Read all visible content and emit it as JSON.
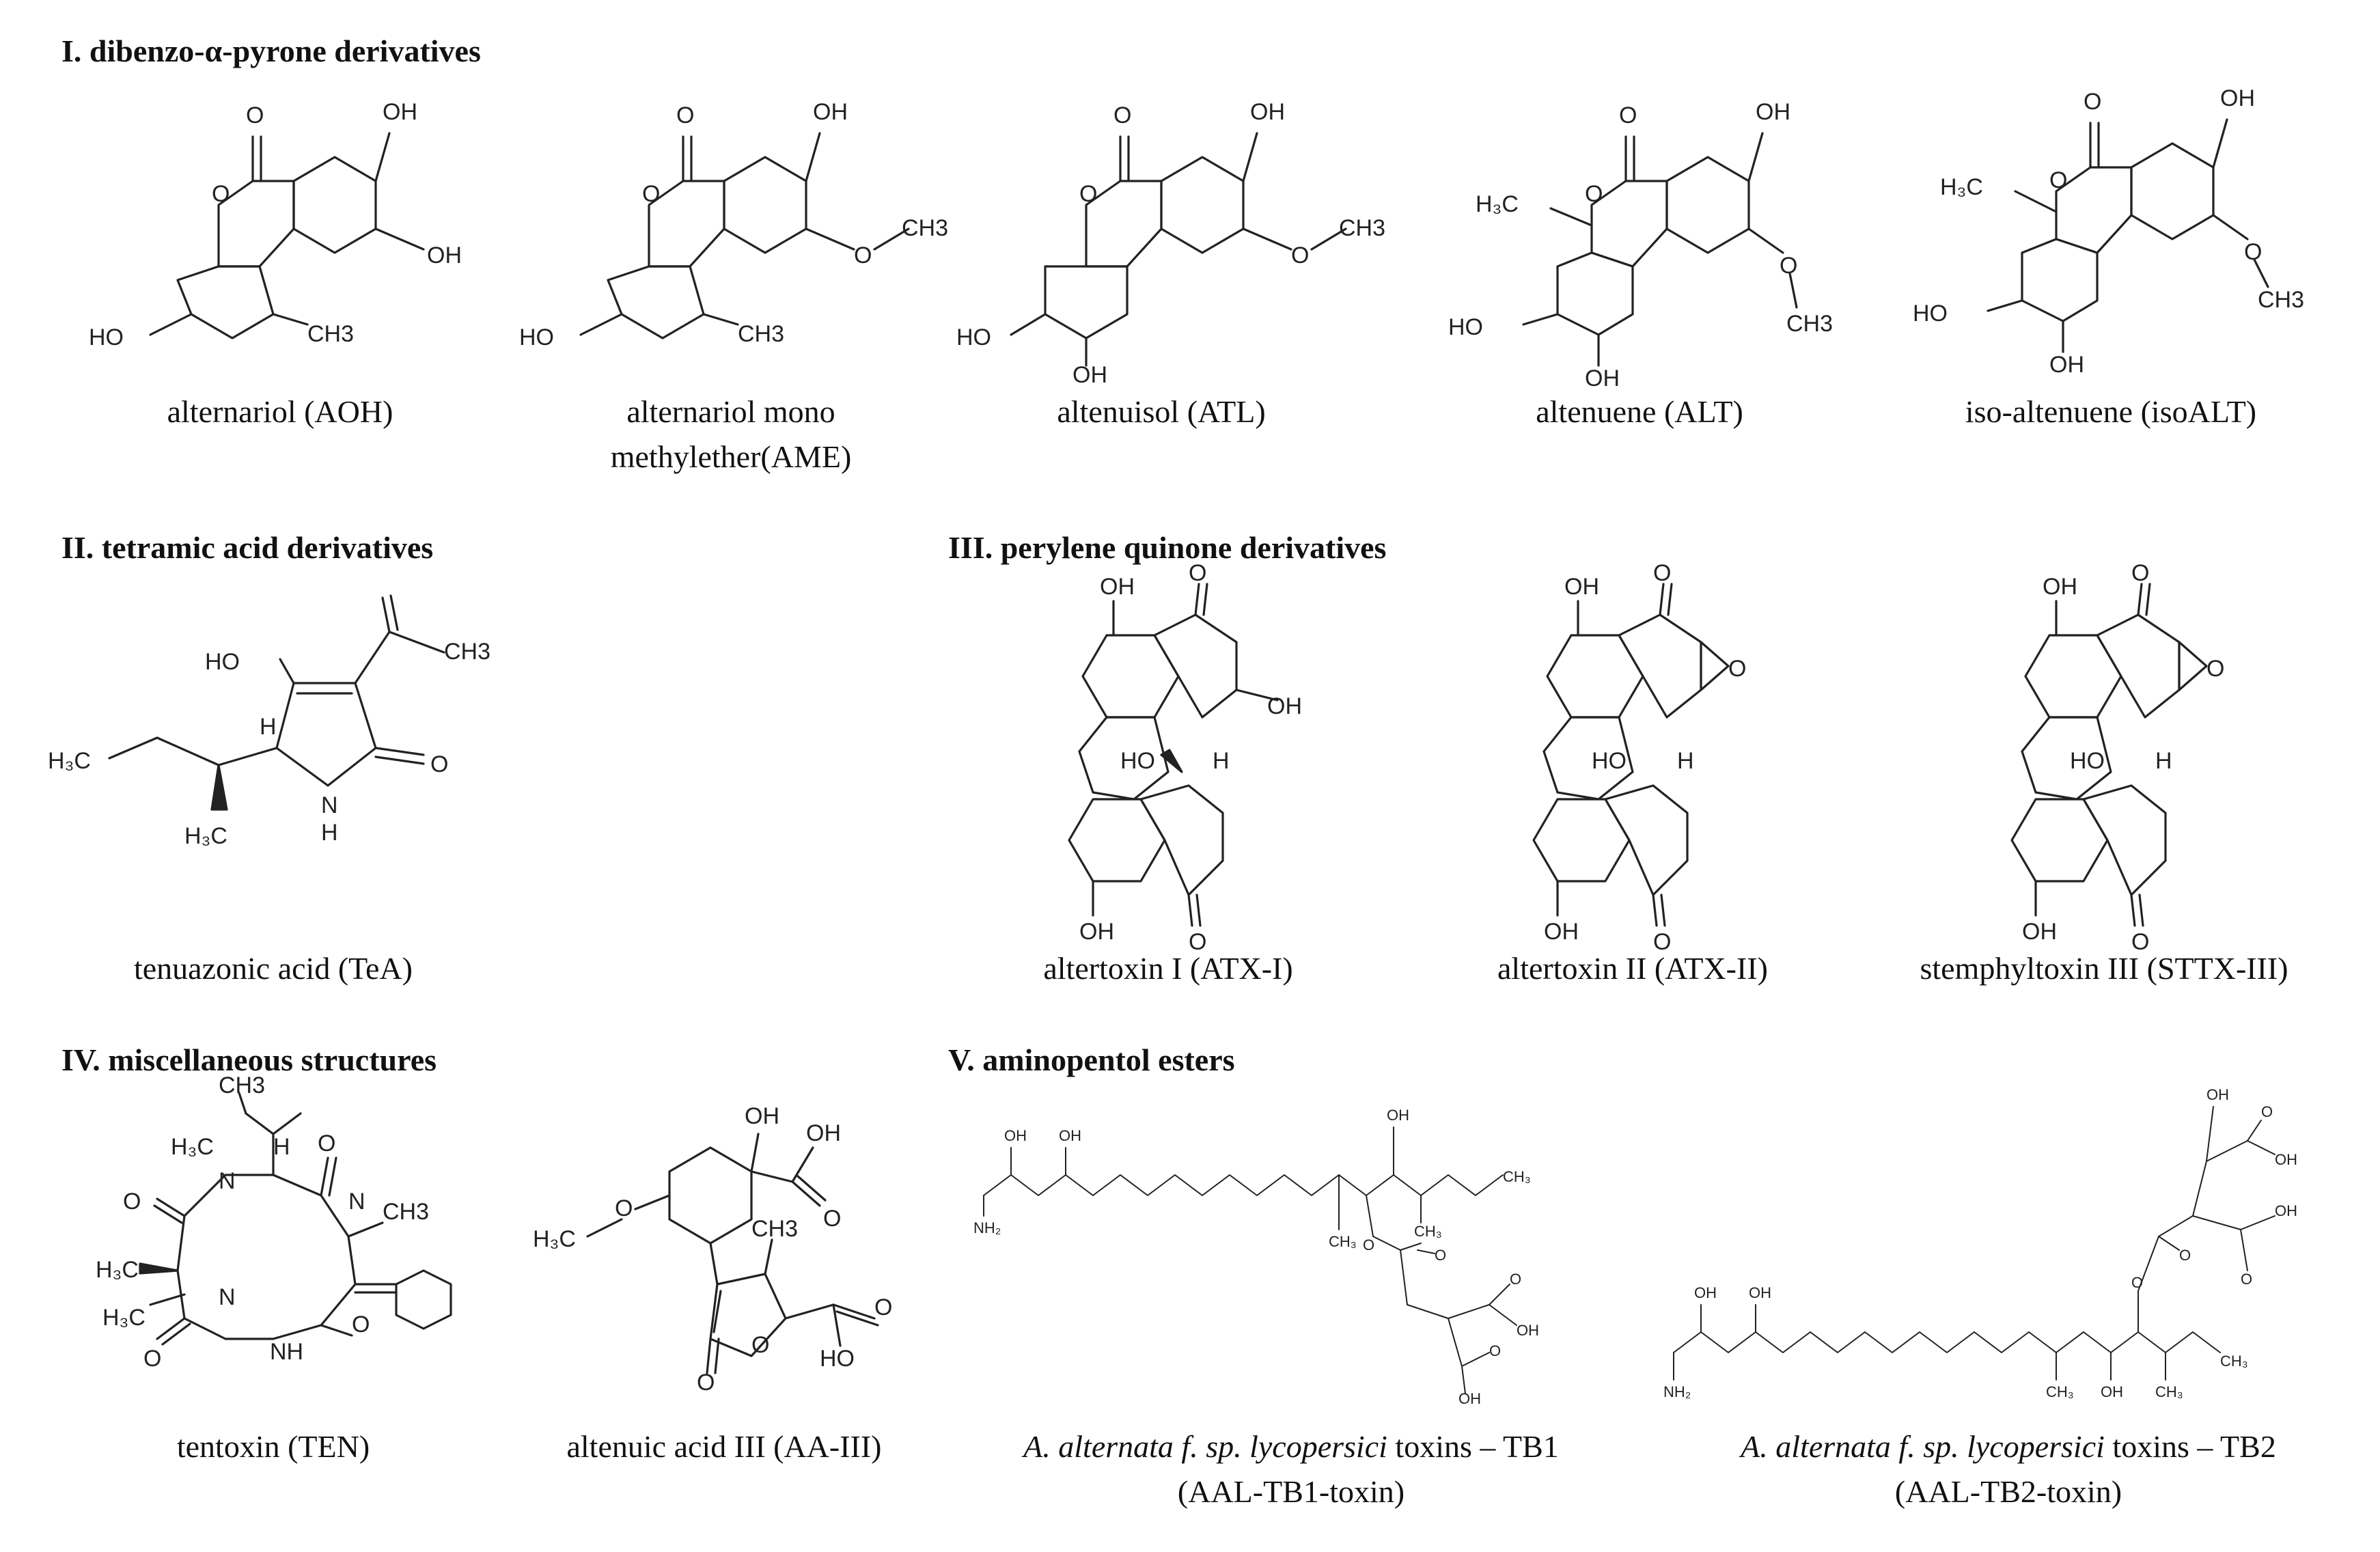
{
  "sections": {
    "s1": "I. dibenzo-α-pyrone derivatives",
    "s2": "II. tetramic acid derivatives",
    "s3": "III. perylene quinone derivatives",
    "s4": "IV. miscellaneous structures",
    "s5": "V. aminopentol esters"
  },
  "compounds": {
    "aoh": "alternariol (AOH)",
    "ame_1": "alternariol mono",
    "ame_2": "methylether(AME)",
    "atl": "altenuisol (ATL)",
    "alt": "altenuene (ALT)",
    "isoalt": "iso-altenuene (isoALT)",
    "tea": "tenuazonic acid (TeA)",
    "atx1": "altertoxin I (ATX-I)",
    "atx2": "altertoxin II (ATX-II)",
    "sttx3": "stemphyltoxin III (STTX-III)",
    "ten": "tentoxin (TEN)",
    "aa3": "altenuic acid III (AA-III)",
    "tb1_italic": "A. alternata f. sp. lycopersici",
    "tb1_rest": " toxins – TB1",
    "tb1_2": "(AAL-TB1-toxin)",
    "tb2_italic": "A. alternata f. sp. lycopersici",
    "tb2_rest": " toxins – TB2",
    "tb2_2": "(AAL-TB2-toxin)"
  },
  "atoms": {
    "oh": "OH",
    "ho": "HO",
    "o": "O",
    "ch3": "CH3",
    "ch3_sub": "CH₃",
    "h3c": "H₃C",
    "h": "H",
    "och3": "O",
    "nh": "NH",
    "n": "N",
    "nh2": "NH₂"
  }
}
